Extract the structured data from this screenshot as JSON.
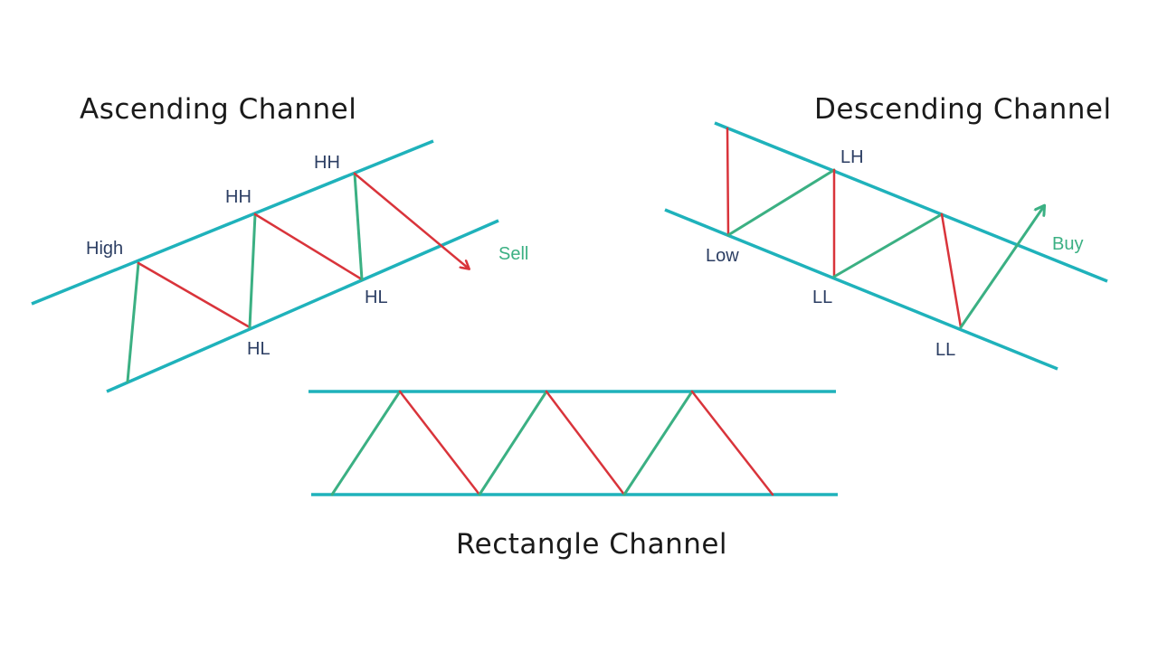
{
  "titles": {
    "ascending": "Ascending Channel",
    "descending": "Descending Channel",
    "rectangle": "Rectangle Channel"
  },
  "ascending": {
    "labels": {
      "high": "High",
      "hh1": "HH",
      "hh2": "HH",
      "hl1": "HL",
      "hl2": "HL",
      "signal": "Sell"
    }
  },
  "descending": {
    "labels": {
      "low": "Low",
      "lh": "LH",
      "ll1": "LL",
      "ll2": "LL",
      "signal": "Buy"
    }
  },
  "colors": {
    "channel_line": "#1fb2bb",
    "up_leg": "#3bb083",
    "down_leg": "#d9343b",
    "label_text": "#2c3e63",
    "signal_text": "#3bb083"
  }
}
